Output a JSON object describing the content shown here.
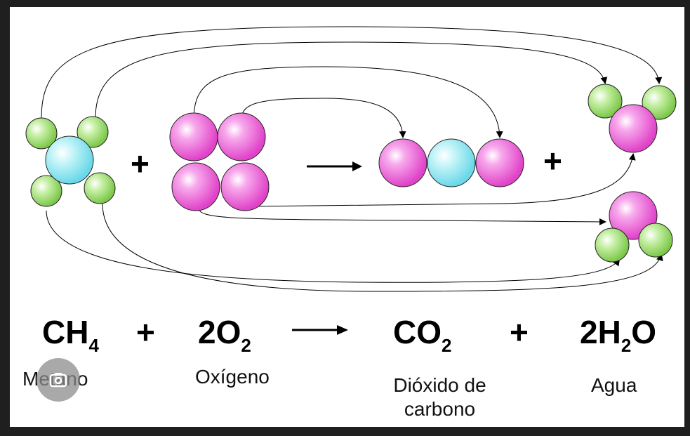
{
  "equation": {
    "methane": {
      "base": "CH",
      "sub": "4"
    },
    "plus_1": "+",
    "oxygen": {
      "coef": "2O",
      "sub": "2"
    },
    "carbon_dioxide": {
      "base": "CO",
      "sub": "2"
    },
    "plus_2": "+",
    "water": {
      "pre": "2H",
      "sub": "2",
      "post": "O"
    }
  },
  "diagram": {
    "plus_1": "+",
    "plus_2": "+"
  },
  "labels": {
    "methane": "Metano",
    "oxygen": "Oxígeno",
    "carbon_dioxide_line1": "Dióxido de",
    "carbon_dioxide_line2": "carbono",
    "water": "Agua"
  },
  "colors": {
    "hydrogen": "#8fdc5a",
    "carbon": "#7fe6f0",
    "oxygen": "#f05ad8",
    "overlay": "lens-icon"
  }
}
